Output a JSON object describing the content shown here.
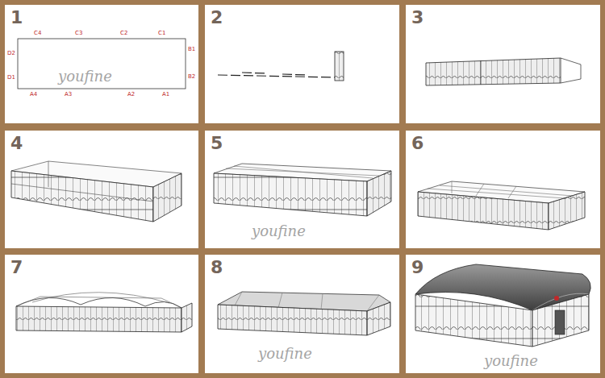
{
  "diagram": {
    "nodes": [
      {
        "text": [
          "1"
        ]
      },
      {
        "text": [
          "2"
        ]
      },
      {
        "text": [
          "3"
        ]
      },
      {
        "text": [
          "4"
        ]
      },
      {
        "text": [
          "5"
        ]
      },
      {
        "text": [
          "6"
        ]
      },
      {
        "text": [
          "7"
        ]
      },
      {
        "text": [
          "8"
        ]
      },
      {
        "text": [
          "9"
        ]
      }
    ],
    "labels": [
      "C4",
      "C3",
      "C2",
      "C1",
      "D2",
      "B1",
      "D1",
      "B2",
      "A4",
      "A3",
      "A2",
      "A1",
      "youfine",
      "youfine",
      "youfine",
      "youfine"
    ]
  }
}
